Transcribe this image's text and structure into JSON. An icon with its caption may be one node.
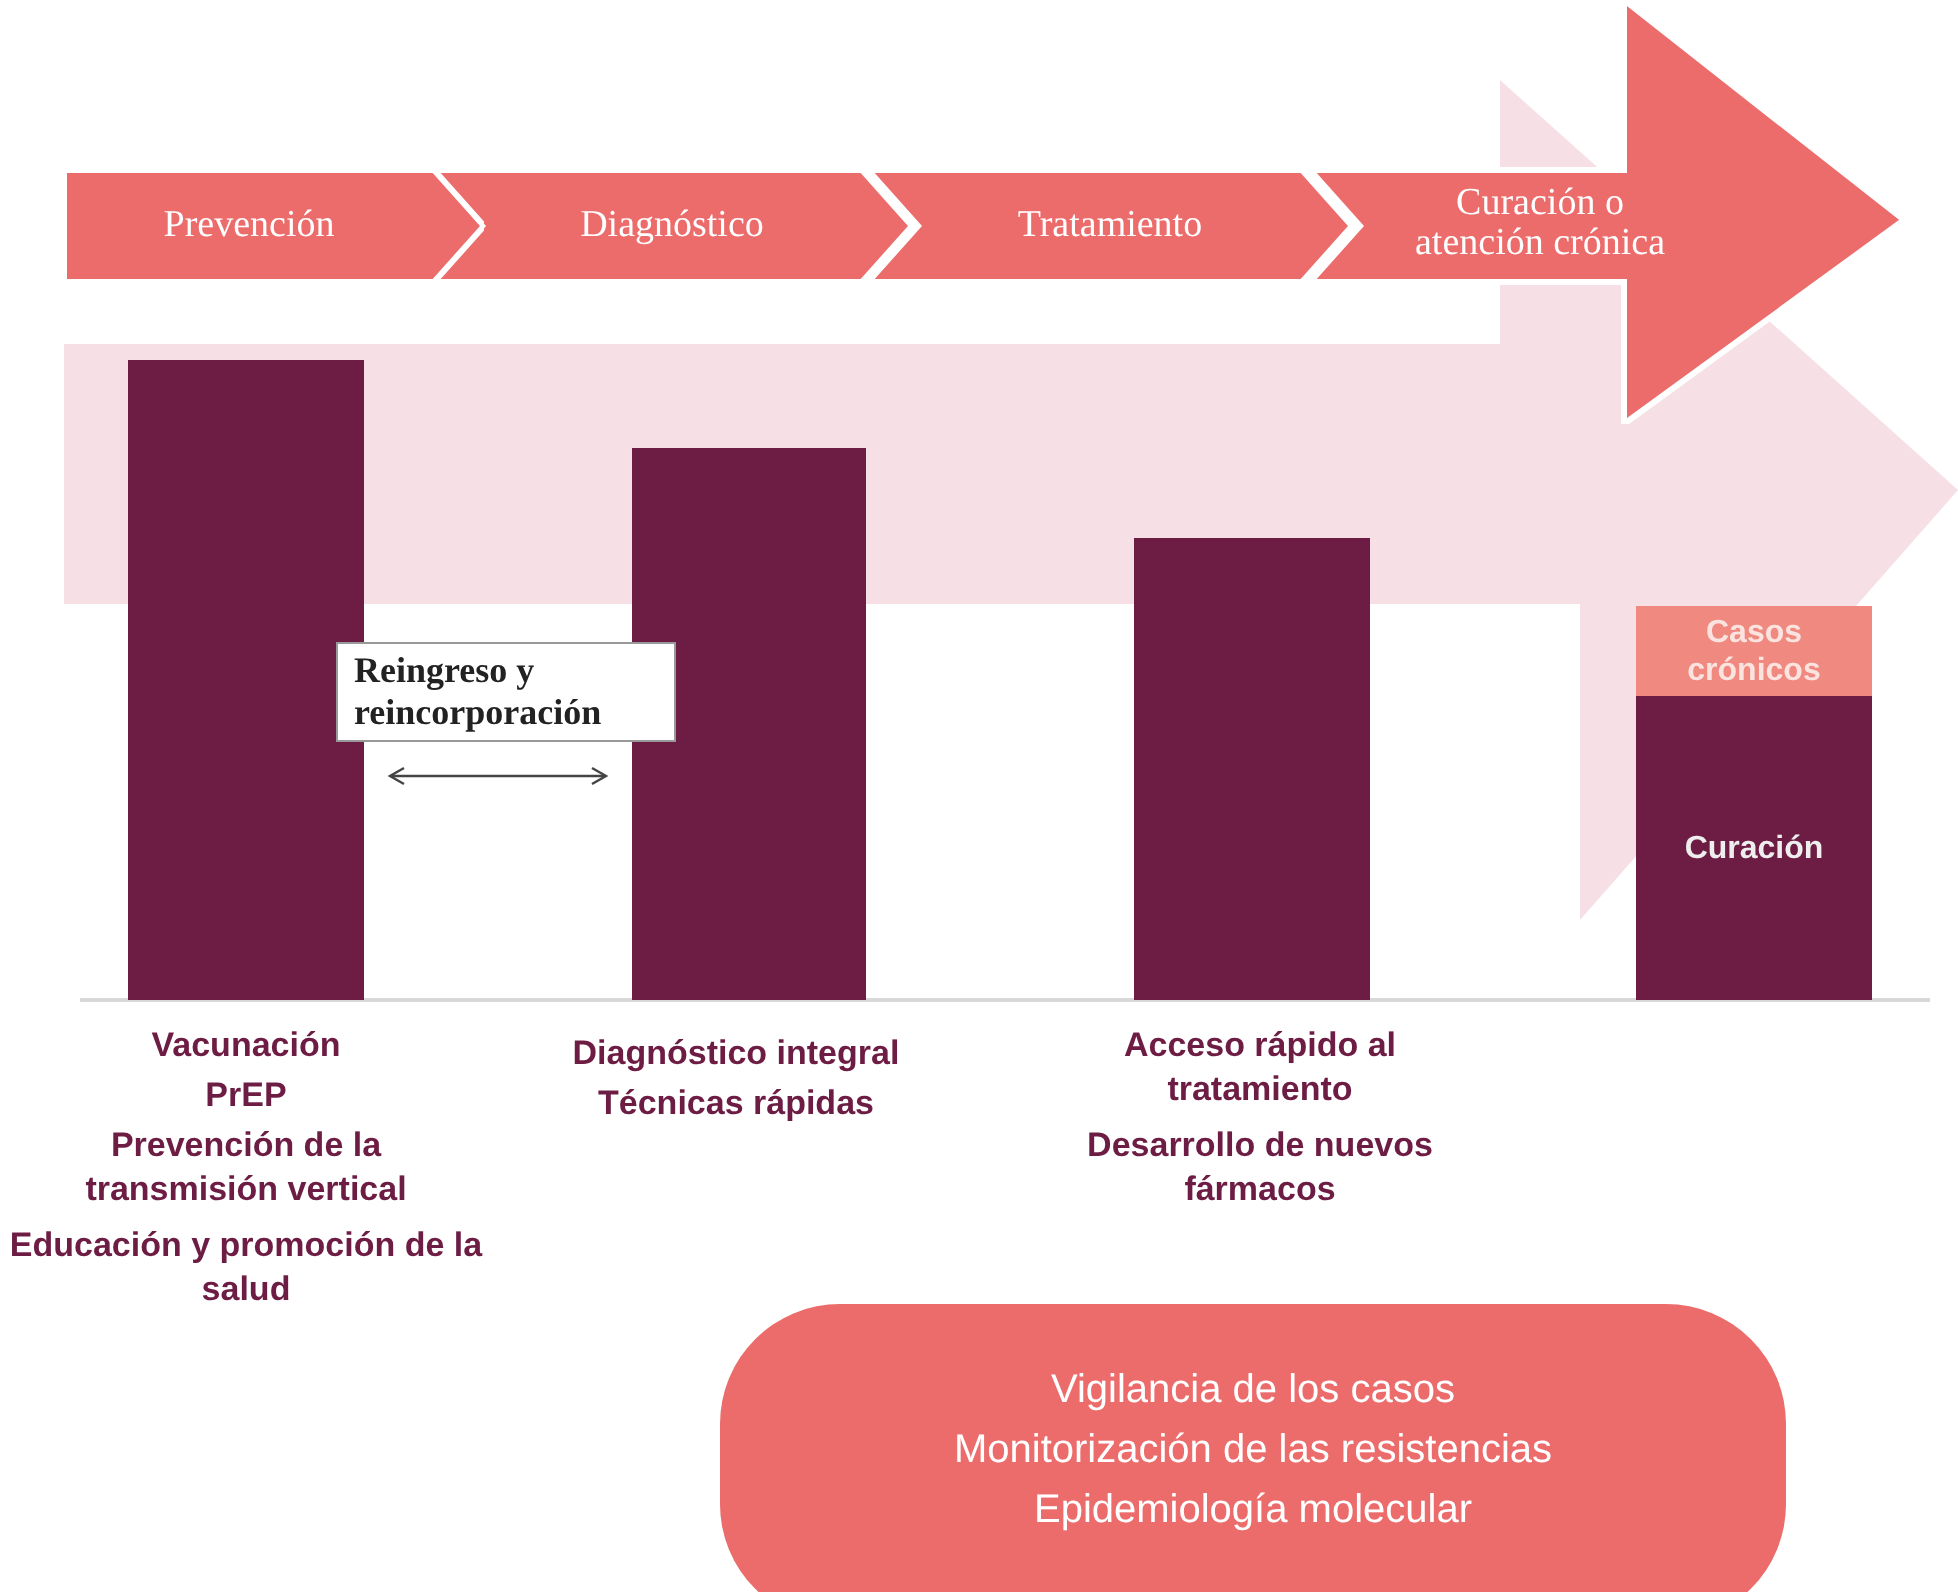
{
  "diagram": {
    "nodes": [
      {
        "text": [
          "Prevención"
        ]
      },
      {
        "text": [
          "Diagnóstico"
        ]
      },
      {
        "text": [
          "Tratamiento"
        ]
      },
      {
        "text": [
          "Curación o atención crónica"
        ]
      },
      {
        "text": [],
        "shape": "bar",
        "beside": [
          "Vacunación",
          "PrEP",
          "Prevención de la transmisión vertical",
          "Educación y promoción de la salud"
        ]
      },
      {
        "text": [
          "Reingreso y reincorporación"
        ]
      },
      {
        "text": [],
        "shape": "bar",
        "beside": [
          "Diagnóstico integral",
          "Técnicas rápidas"
        ]
      },
      {
        "text": [],
        "shape": "bar",
        "beside": [
          "Acceso rápido al tratamiento",
          "Desarrollo de nuevos fármacos"
        ]
      },
      {
        "text": [
          "Casos crónicos"
        ]
      },
      {
        "text": [
          "Curación"
        ]
      },
      {
        "text": [
          "Vigilancia de los casos",
          "Monitorización de las resistencias",
          "Epidemiología molecular"
        ]
      }
    ]
  }
}
